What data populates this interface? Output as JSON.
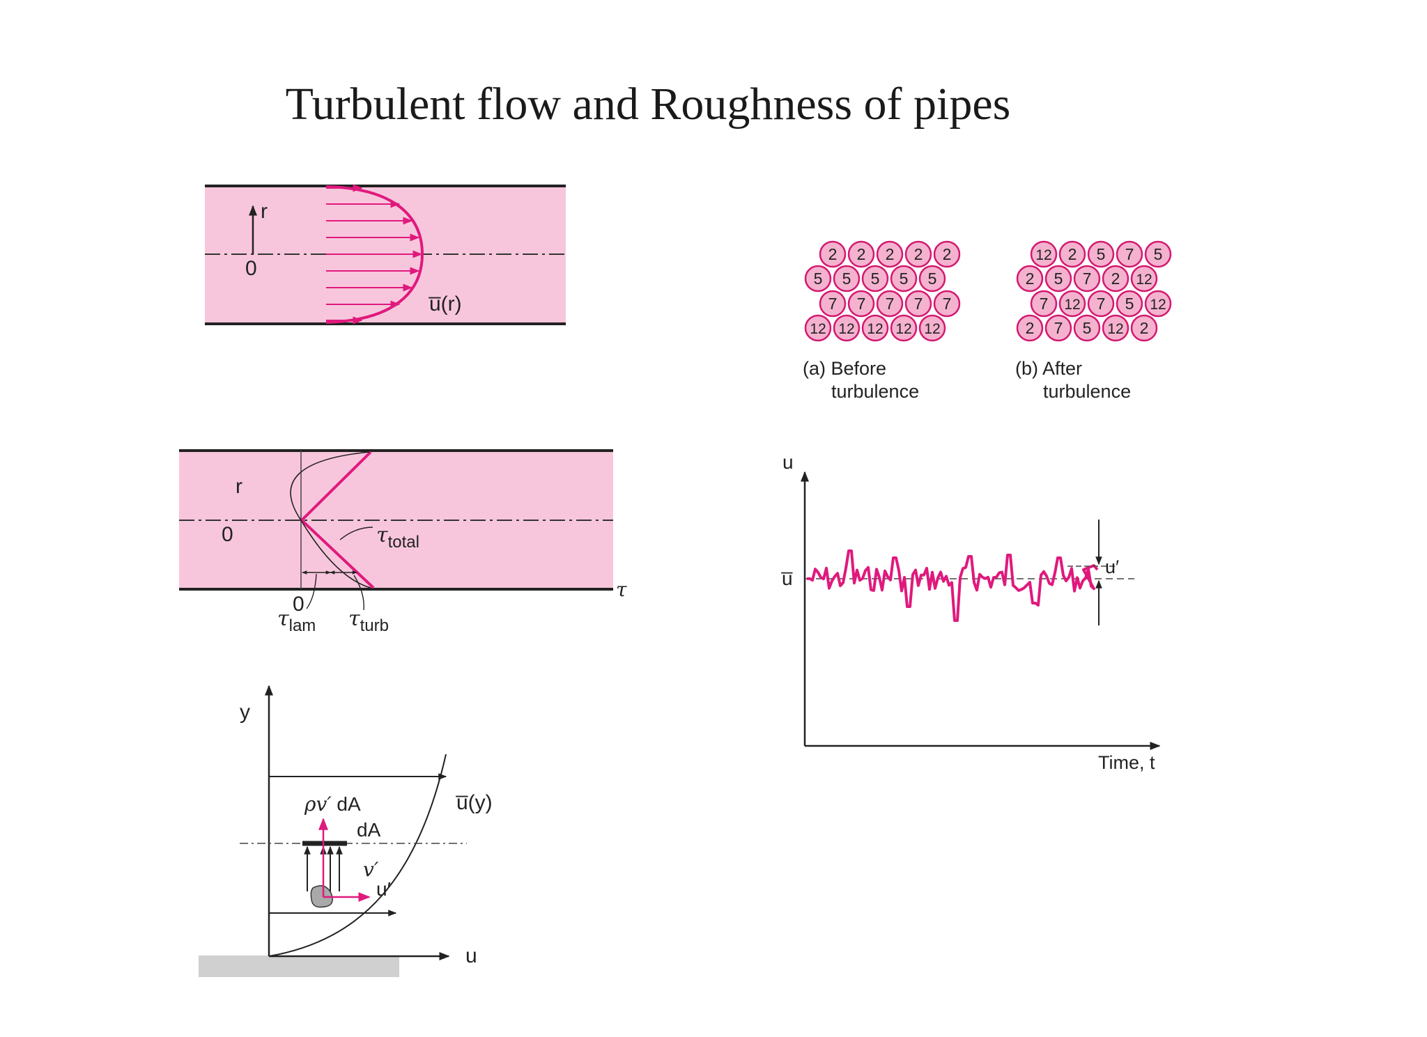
{
  "title": "Turbulent flow and Roughness of pipes",
  "colors": {
    "pipe_fill": "#f8c6dc",
    "accent": "#e0197d",
    "ground": "#d0d0d0",
    "ink": "#222222"
  },
  "velocity_profile": {
    "r_label": "r",
    "origin_label": "0",
    "curve_label": "u̅(r)"
  },
  "shear_stress": {
    "r_label": "r",
    "origin_label": "0",
    "wall_zero_label": "0",
    "tau_total": {
      "sym": "τ",
      "sub": "total"
    },
    "tau_lam": {
      "sym": "τ",
      "sub": "lam"
    },
    "tau_turb": {
      "sym": "τ",
      "sub": "turb"
    },
    "tau_axis": "τ"
  },
  "momentum_transfer": {
    "y_label": "y",
    "u_label": "u",
    "profile_label": "u̅(y)",
    "flux_label_sym": "ρv′",
    "flux_label_text": " dA",
    "area_label": "dA",
    "v_prime_label": "v′",
    "u_prime_label": "u′"
  },
  "mixing": {
    "before": {
      "rows": [
        [
          "2",
          "2",
          "2",
          "2",
          "2"
        ],
        [
          "5",
          "5",
          "5",
          "5",
          "5"
        ],
        [
          "7",
          "7",
          "7",
          "7",
          "7"
        ],
        [
          "12",
          "12",
          "12",
          "12",
          "12"
        ]
      ],
      "caption_line1": "(a) Before",
      "caption_line2": "turbulence"
    },
    "after": {
      "rows": [
        [
          "12",
          "2",
          "5",
          "7",
          "5"
        ],
        [
          "2",
          "5",
          "7",
          "2",
          "12"
        ],
        [
          "7",
          "12",
          "7",
          "5",
          "12"
        ],
        [
          "2",
          "7",
          "5",
          "12",
          "2"
        ]
      ],
      "caption_line1": "(b) After",
      "caption_line2": "turbulence"
    }
  },
  "fluctuation_plot": {
    "y_axis_label": "u",
    "mean_label": "u̅",
    "fluct_label": "u′",
    "x_axis_label": "Time, t"
  }
}
